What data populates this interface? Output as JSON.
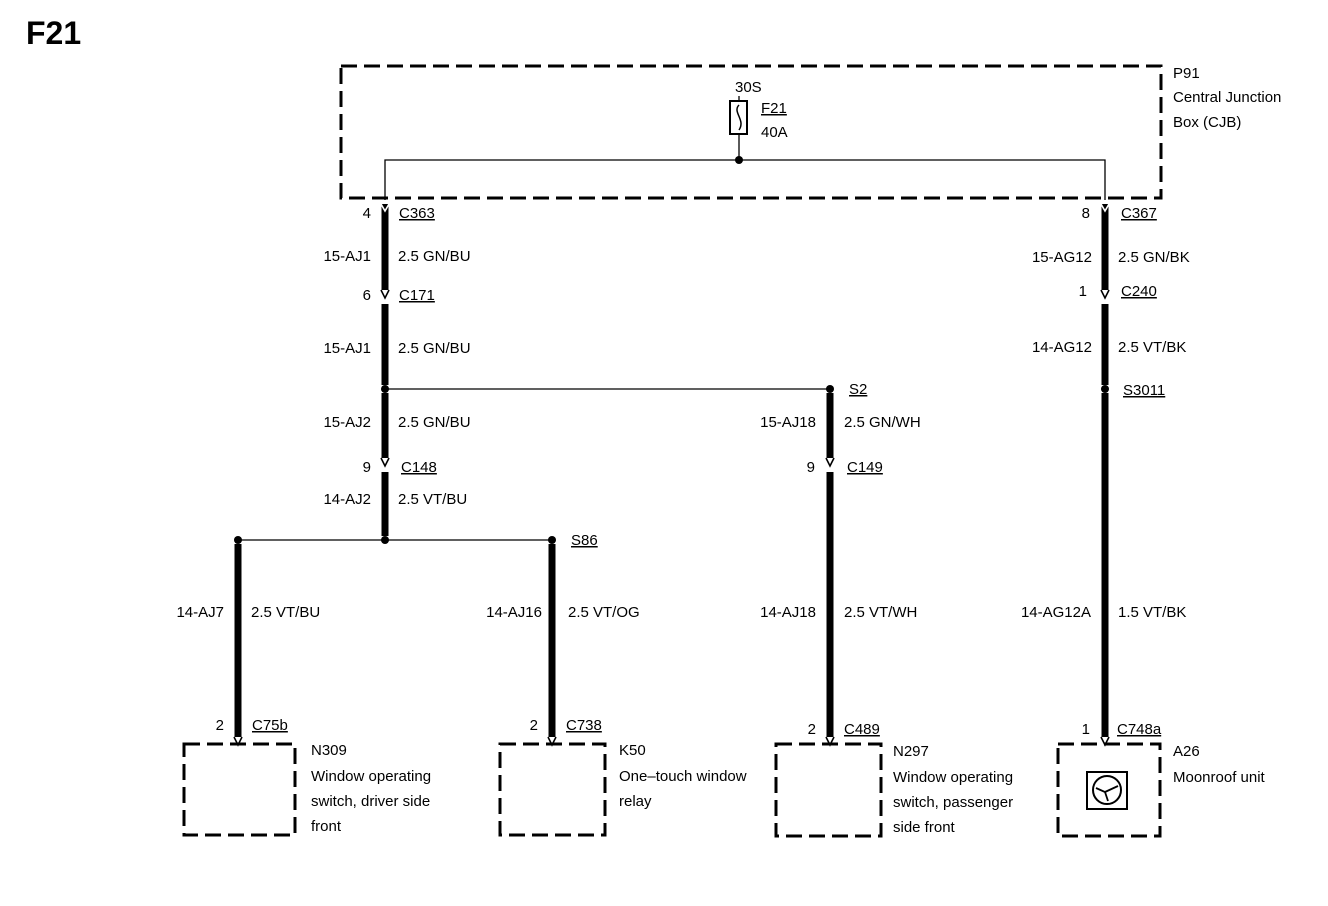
{
  "title": "F21",
  "cjb": {
    "name": "P91",
    "line1": "Central Junction",
    "line2": "Box (CJB)",
    "supply": "30S",
    "fuse": "F21",
    "rating": "40A"
  },
  "connectors": {
    "c363": {
      "pin": "4",
      "name": "C363"
    },
    "c171": {
      "pin": "6",
      "name": "C171"
    },
    "c148": {
      "pin": "9",
      "name": "C148"
    },
    "c149": {
      "pin": "9",
      "name": "C149"
    },
    "c367": {
      "pin": "8",
      "name": "C367"
    },
    "c240": {
      "pin": "1",
      "name": "C240"
    },
    "c75b": {
      "pin": "2",
      "name": "C75b"
    },
    "c738": {
      "pin": "2",
      "name": "C738"
    },
    "c489": {
      "pin": "2",
      "name": "C489"
    },
    "c748a": {
      "pin": "1",
      "name": "C748a"
    }
  },
  "splices": {
    "s2": "S2",
    "s86": "S86",
    "s3011": "S3011"
  },
  "wires": {
    "w1": {
      "circuit": "15-AJ1",
      "spec": "2.5 GN/BU"
    },
    "w2": {
      "circuit": "15-AJ1",
      "spec": "2.5 GN/BU"
    },
    "w3": {
      "circuit": "15-AJ2",
      "spec": "2.5 GN/BU"
    },
    "w4": {
      "circuit": "14-AJ2",
      "spec": "2.5 VT/BU"
    },
    "w5": {
      "circuit": "15-AJ18",
      "spec": "2.5 GN/WH"
    },
    "w6": {
      "circuit": "14-AJ7",
      "spec": "2.5 VT/BU"
    },
    "w7": {
      "circuit": "14-AJ16",
      "spec": "2.5 VT/OG"
    },
    "w8": {
      "circuit": "14-AJ18",
      "spec": "2.5 VT/WH"
    },
    "w9": {
      "circuit": "15-AG12",
      "spec": "2.5 GN/BK"
    },
    "w10": {
      "circuit": "14-AG12",
      "spec": "2.5 VT/BK"
    },
    "w11": {
      "circuit": "14-AG12A",
      "spec": "1.5 VT/BK"
    }
  },
  "components": {
    "n309": {
      "id": "N309",
      "line1": "Window operating",
      "line2": "switch, driver side",
      "line3": "front"
    },
    "k50": {
      "id": "K50",
      "line1": "One–touch window",
      "line2": "relay"
    },
    "n297": {
      "id": "N297",
      "line1": "Window operating",
      "line2": "switch, passenger",
      "line3": "side front"
    },
    "a26": {
      "id": "A26",
      "line1": "Moonroof unit"
    }
  }
}
